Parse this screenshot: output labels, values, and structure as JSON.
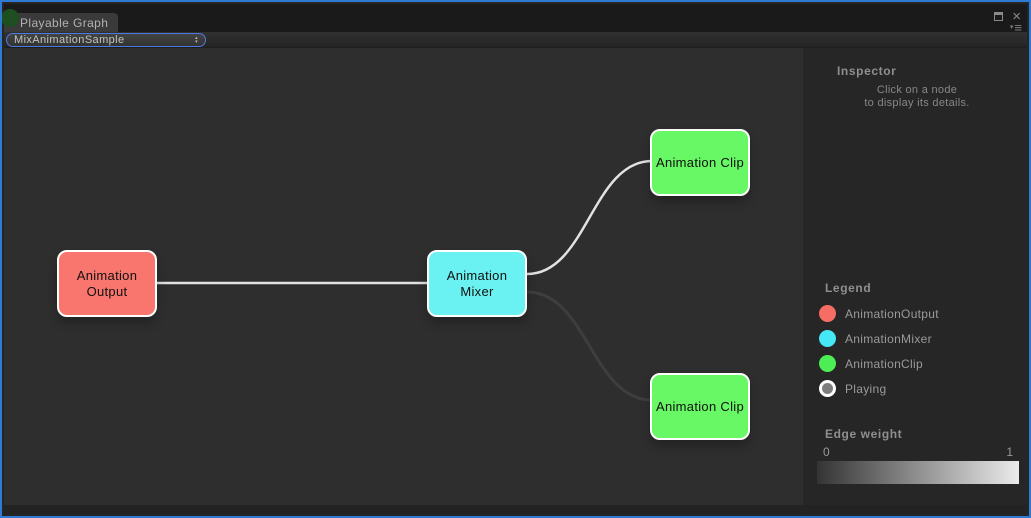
{
  "window": {
    "tab_title": "Playable Graph",
    "icons": {
      "close": "×",
      "menu_triangle": "▾",
      "menu_lines": "≡",
      "dropdown_up": "▴",
      "dropdown_down": "▾"
    },
    "border_color": "#2f7ad2"
  },
  "toolbar": {
    "selected_graph": "MixAnimationSample"
  },
  "graph": {
    "background": "#2e2e2e",
    "nodes": [
      {
        "label": "Animation Output",
        "type": "AnimationOutput",
        "color": "#f8766d"
      },
      {
        "label": "Animation Mixer",
        "type": "AnimationMixer",
        "color": "#69f2f1"
      },
      {
        "label": "Animation Clip",
        "type": "AnimationClip",
        "color": "#68f765"
      },
      {
        "label": "Animation Clip",
        "type": "AnimationClip",
        "color": "#68f765"
      }
    ],
    "edges": [
      {
        "from": "Animation Output",
        "to": "Animation Mixer",
        "color": "#e2e2e2"
      },
      {
        "from": "Animation Mixer",
        "to": "Animation Clip (top)",
        "color": "#e2e2e2"
      },
      {
        "from": "Animation Mixer",
        "to": "Animation Clip (bottom)",
        "color": "#3e3e3e"
      }
    ]
  },
  "inspector": {
    "title": "Inspector",
    "hint_line1": "Click on a node",
    "hint_line2": "to display its details."
  },
  "legend": {
    "title": "Legend",
    "items": [
      {
        "label": "AnimationOutput",
        "color": "#f66d66"
      },
      {
        "label": "AnimationMixer",
        "color": "#46e8f5"
      },
      {
        "label": "AnimationClip",
        "color": "#4dee55"
      },
      {
        "label": "Playing",
        "color": "#7d7d7d",
        "ring_color": "#ffffff"
      }
    ]
  },
  "edge_weight": {
    "title": "Edge weight",
    "min_label": "0",
    "max_label": "1",
    "gradient_from": "#343434",
    "gradient_to": "#ebebeb"
  }
}
